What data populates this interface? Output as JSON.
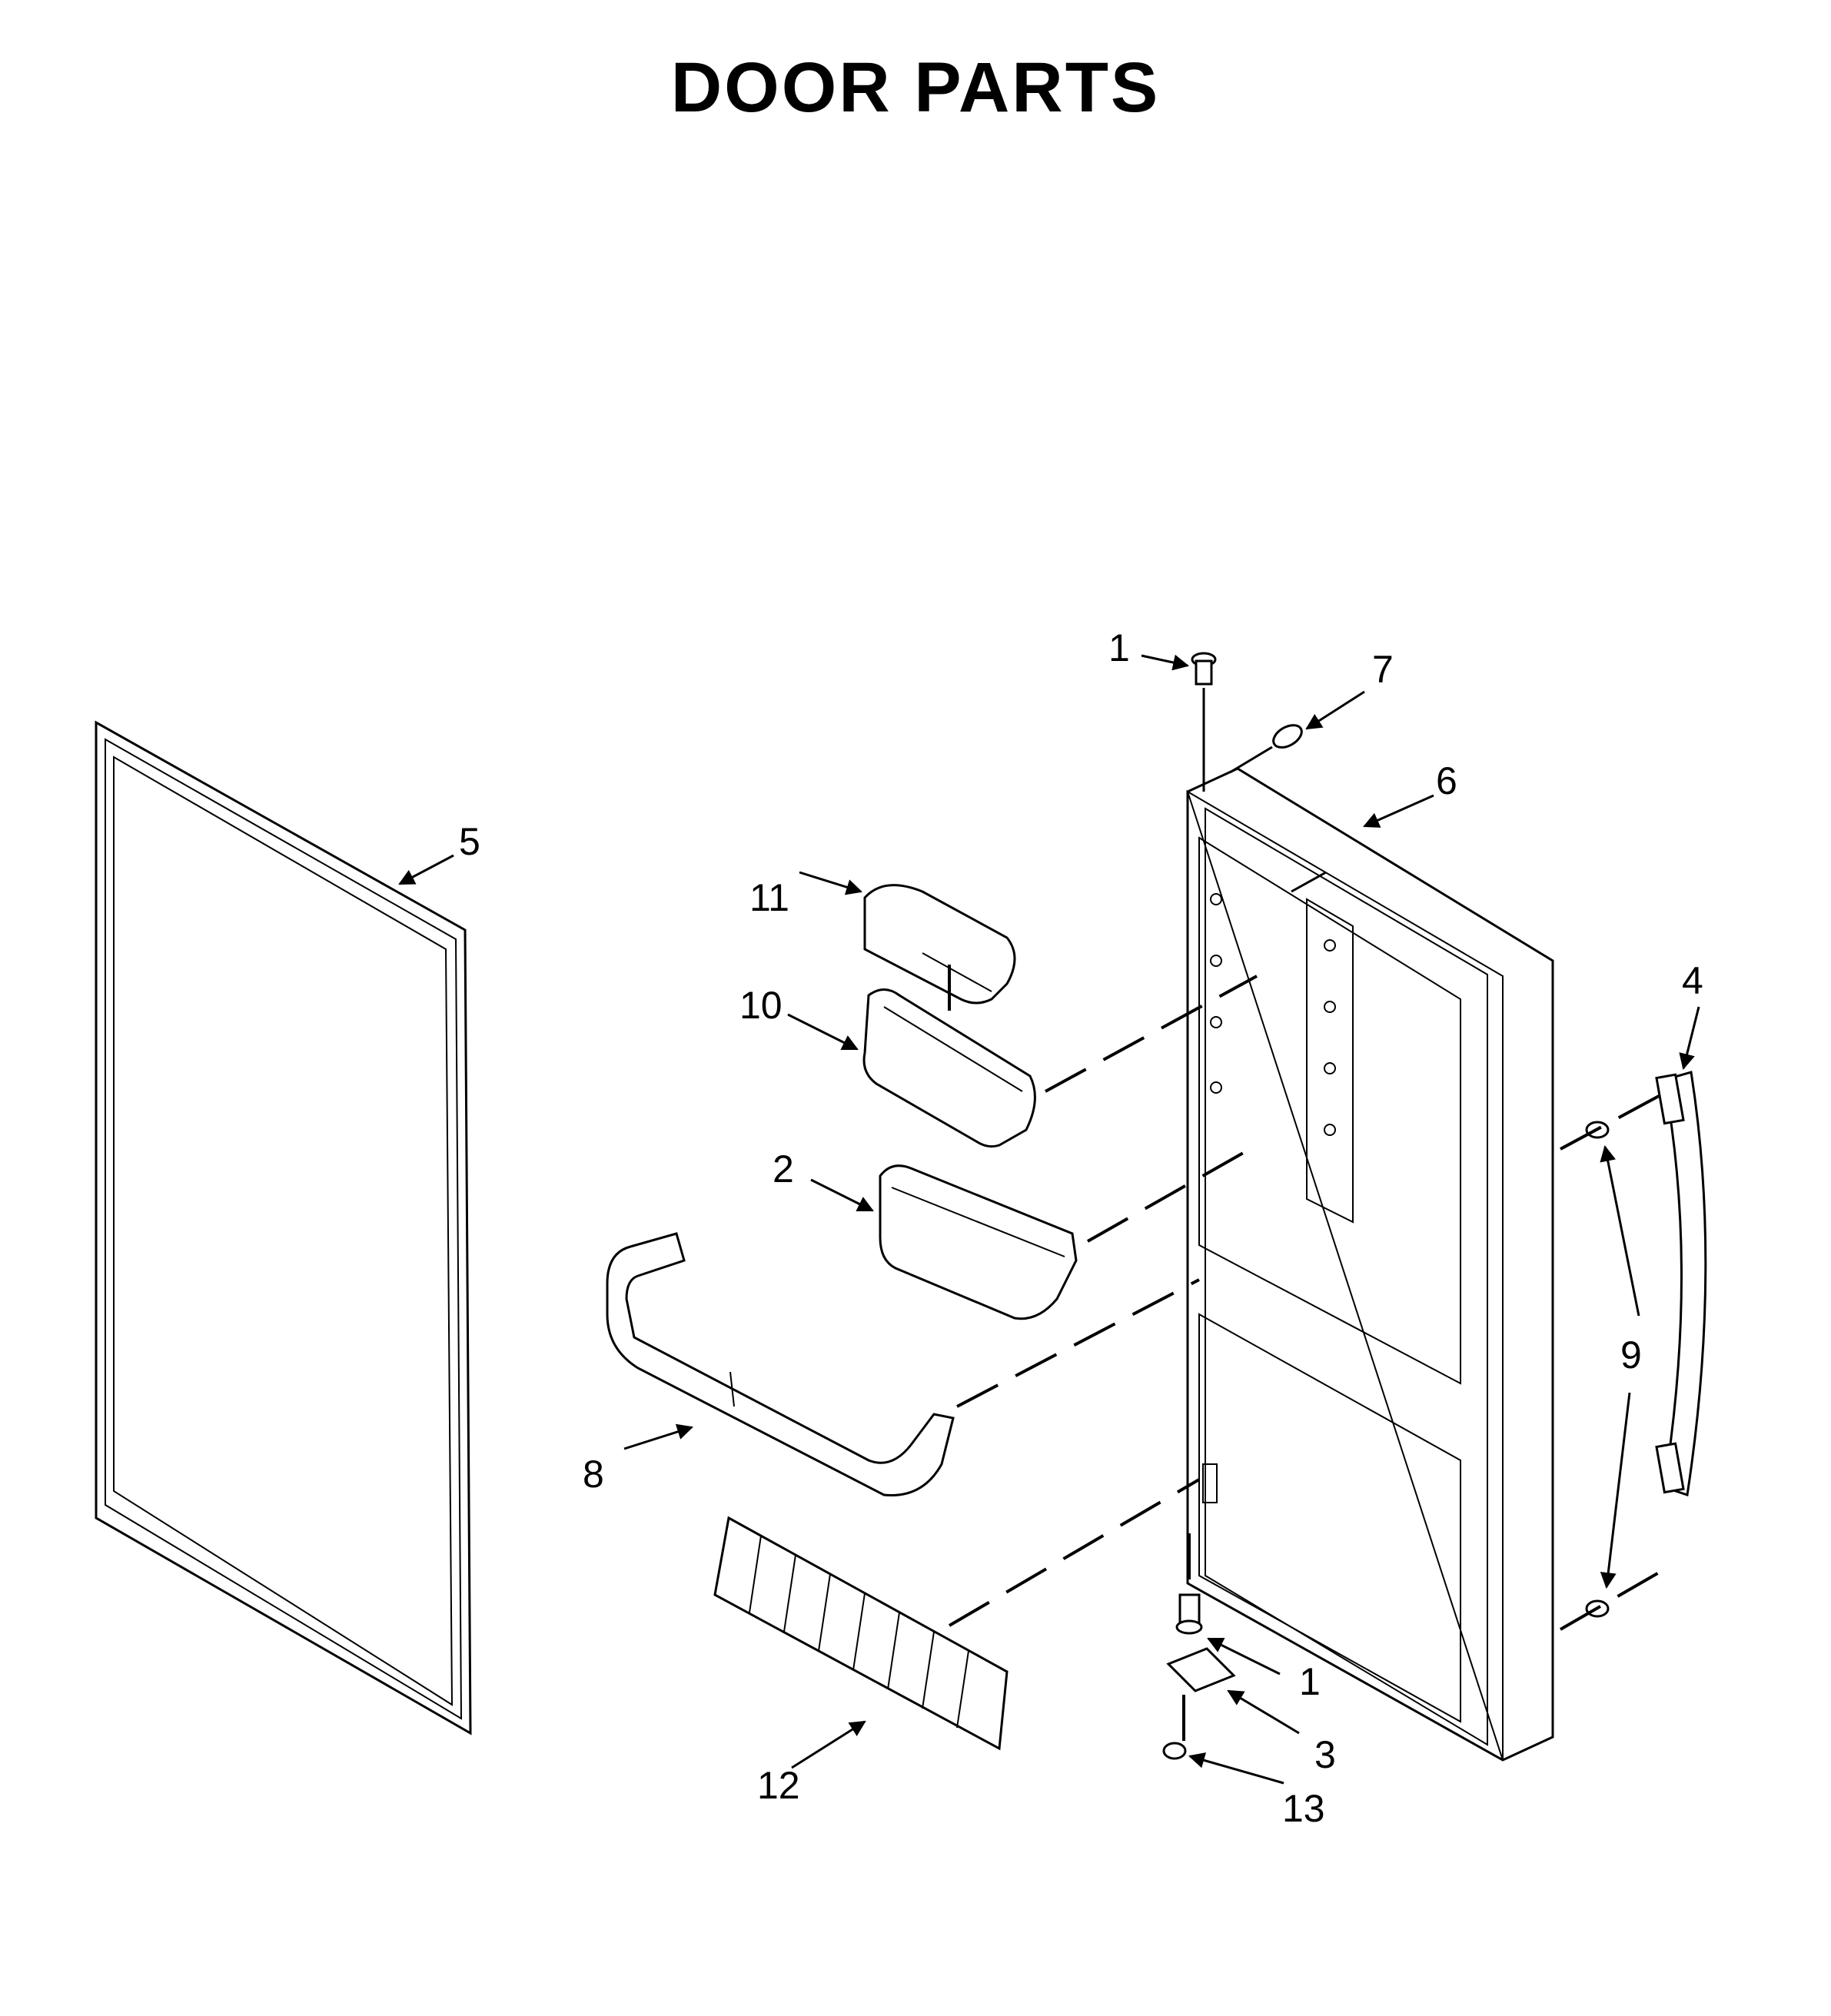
{
  "title": "DOOR PARTS",
  "callouts": {
    "c1_top": "1",
    "c7": "7",
    "c6": "6",
    "c5": "5",
    "c11": "11",
    "c10": "10",
    "c4": "4",
    "c2": "2",
    "c9": "9",
    "c8": "8",
    "c1_bottom": "1",
    "c3": "3",
    "c12": "12",
    "c13": "13"
  }
}
